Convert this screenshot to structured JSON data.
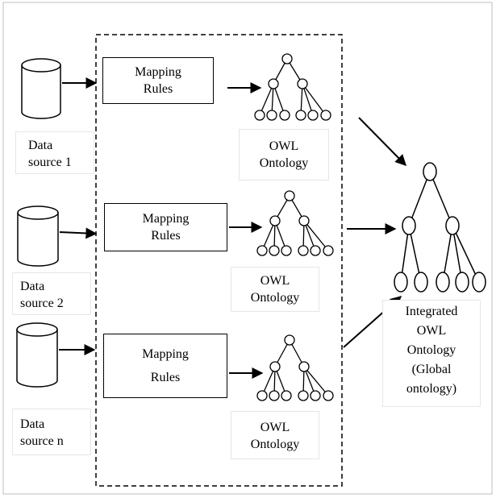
{
  "sources": [
    {
      "label_line1": "Data",
      "label_line2": "source 1"
    },
    {
      "label_line1": "Data",
      "label_line2": "source 2"
    },
    {
      "label_line1": "Data",
      "label_line2": "source n"
    }
  ],
  "mapping_rules": [
    {
      "line1": "Mapping",
      "line2": "Rules"
    },
    {
      "line1": "Mapping",
      "line2": "Rules"
    },
    {
      "line1": "Mapping",
      "line2": "Rules"
    }
  ],
  "ontologies": [
    {
      "line1": "OWL",
      "line2": "Ontology"
    },
    {
      "line1": "OWL",
      "line2": "Ontology"
    },
    {
      "line1": "OWL",
      "line2": "Ontology"
    }
  ],
  "global": {
    "line1": "Integrated",
    "line2": "OWL",
    "line3": "Ontology",
    "line4": "(Global",
    "line5": "ontology)"
  }
}
